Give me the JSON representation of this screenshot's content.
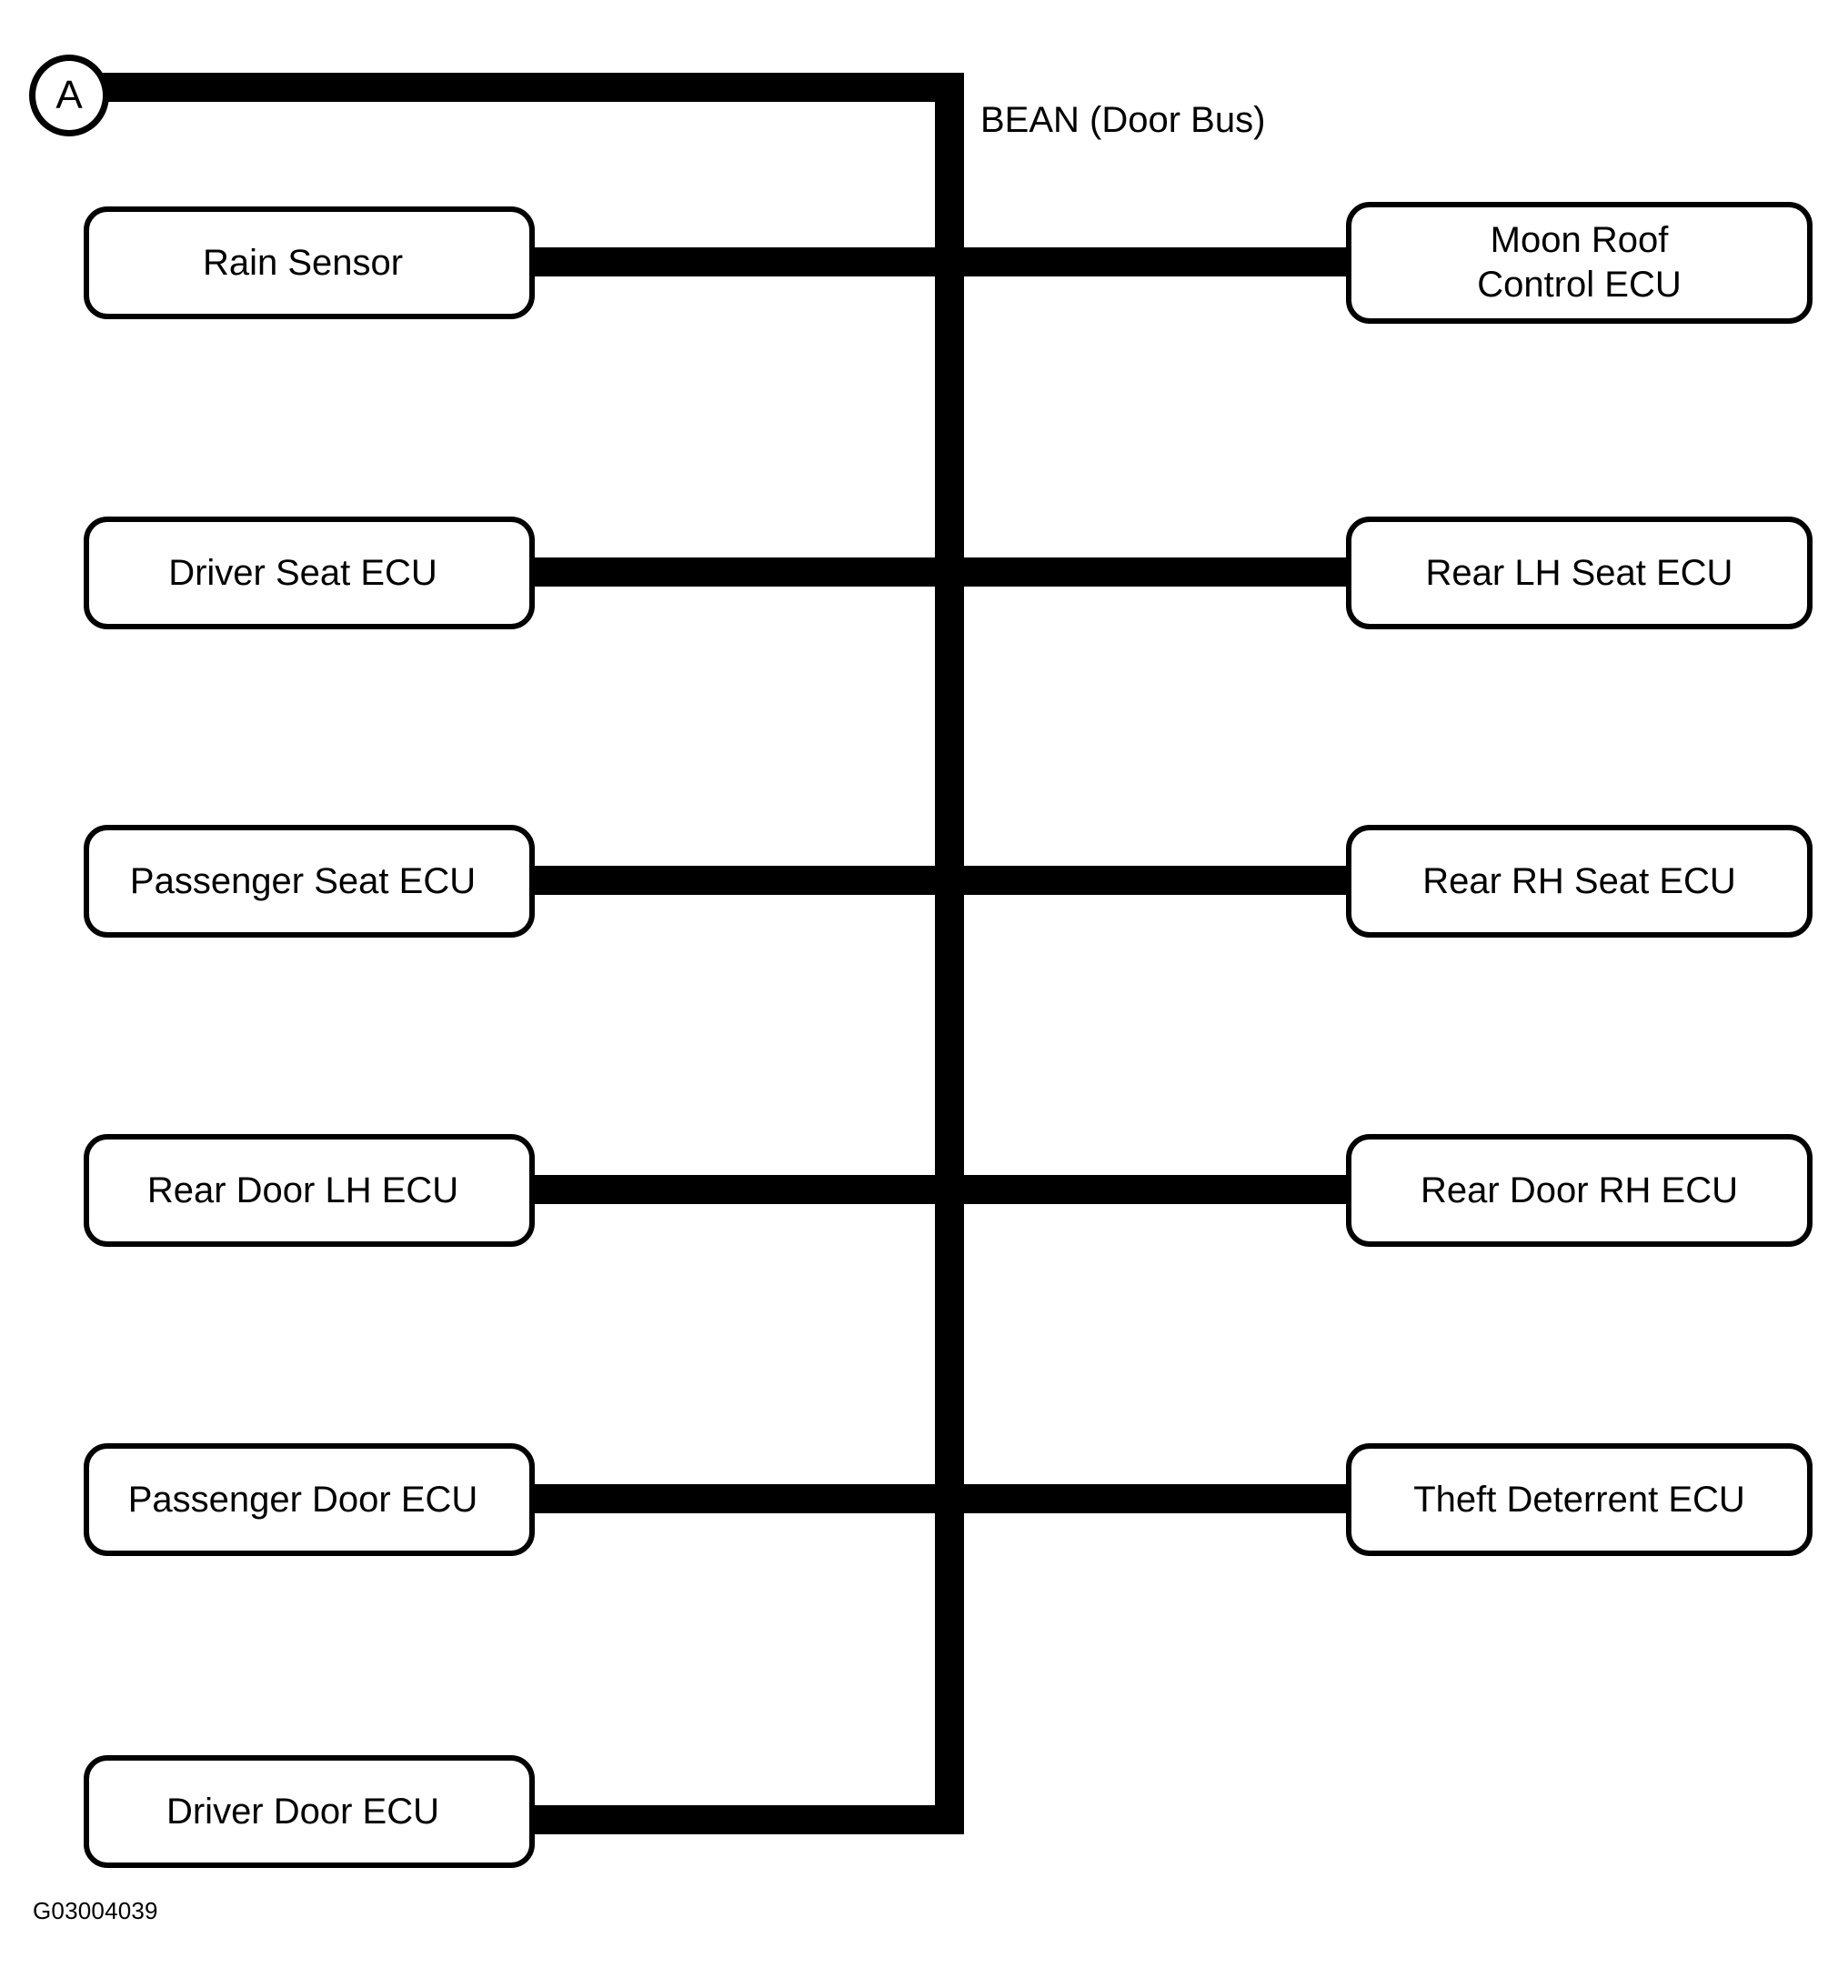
{
  "diagram": {
    "type": "network-bus-topology",
    "bus_label": "BEAN (Door Bus)",
    "figure_id": "G03004039",
    "connector": {
      "id": "A",
      "name": "continuation-connector-a"
    },
    "colors": {
      "line": "#000000",
      "background": "#ffffff",
      "text": "#000000"
    },
    "nodes_left": [
      {
        "label": "Rain Sensor"
      },
      {
        "label": "Driver Seat ECU"
      },
      {
        "label": "Passenger Seat ECU"
      },
      {
        "label": "Rear Door LH ECU"
      },
      {
        "label": "Passenger Door ECU"
      },
      {
        "label": "Driver Door ECU"
      }
    ],
    "nodes_right": [
      {
        "label": "Moon Roof\nControl ECU"
      },
      {
        "label": "Rear LH Seat ECU"
      },
      {
        "label": "Rear RH Seat ECU"
      },
      {
        "label": "Rear Door RH ECU"
      },
      {
        "label": "Theft Deterrent ECU"
      }
    ]
  }
}
